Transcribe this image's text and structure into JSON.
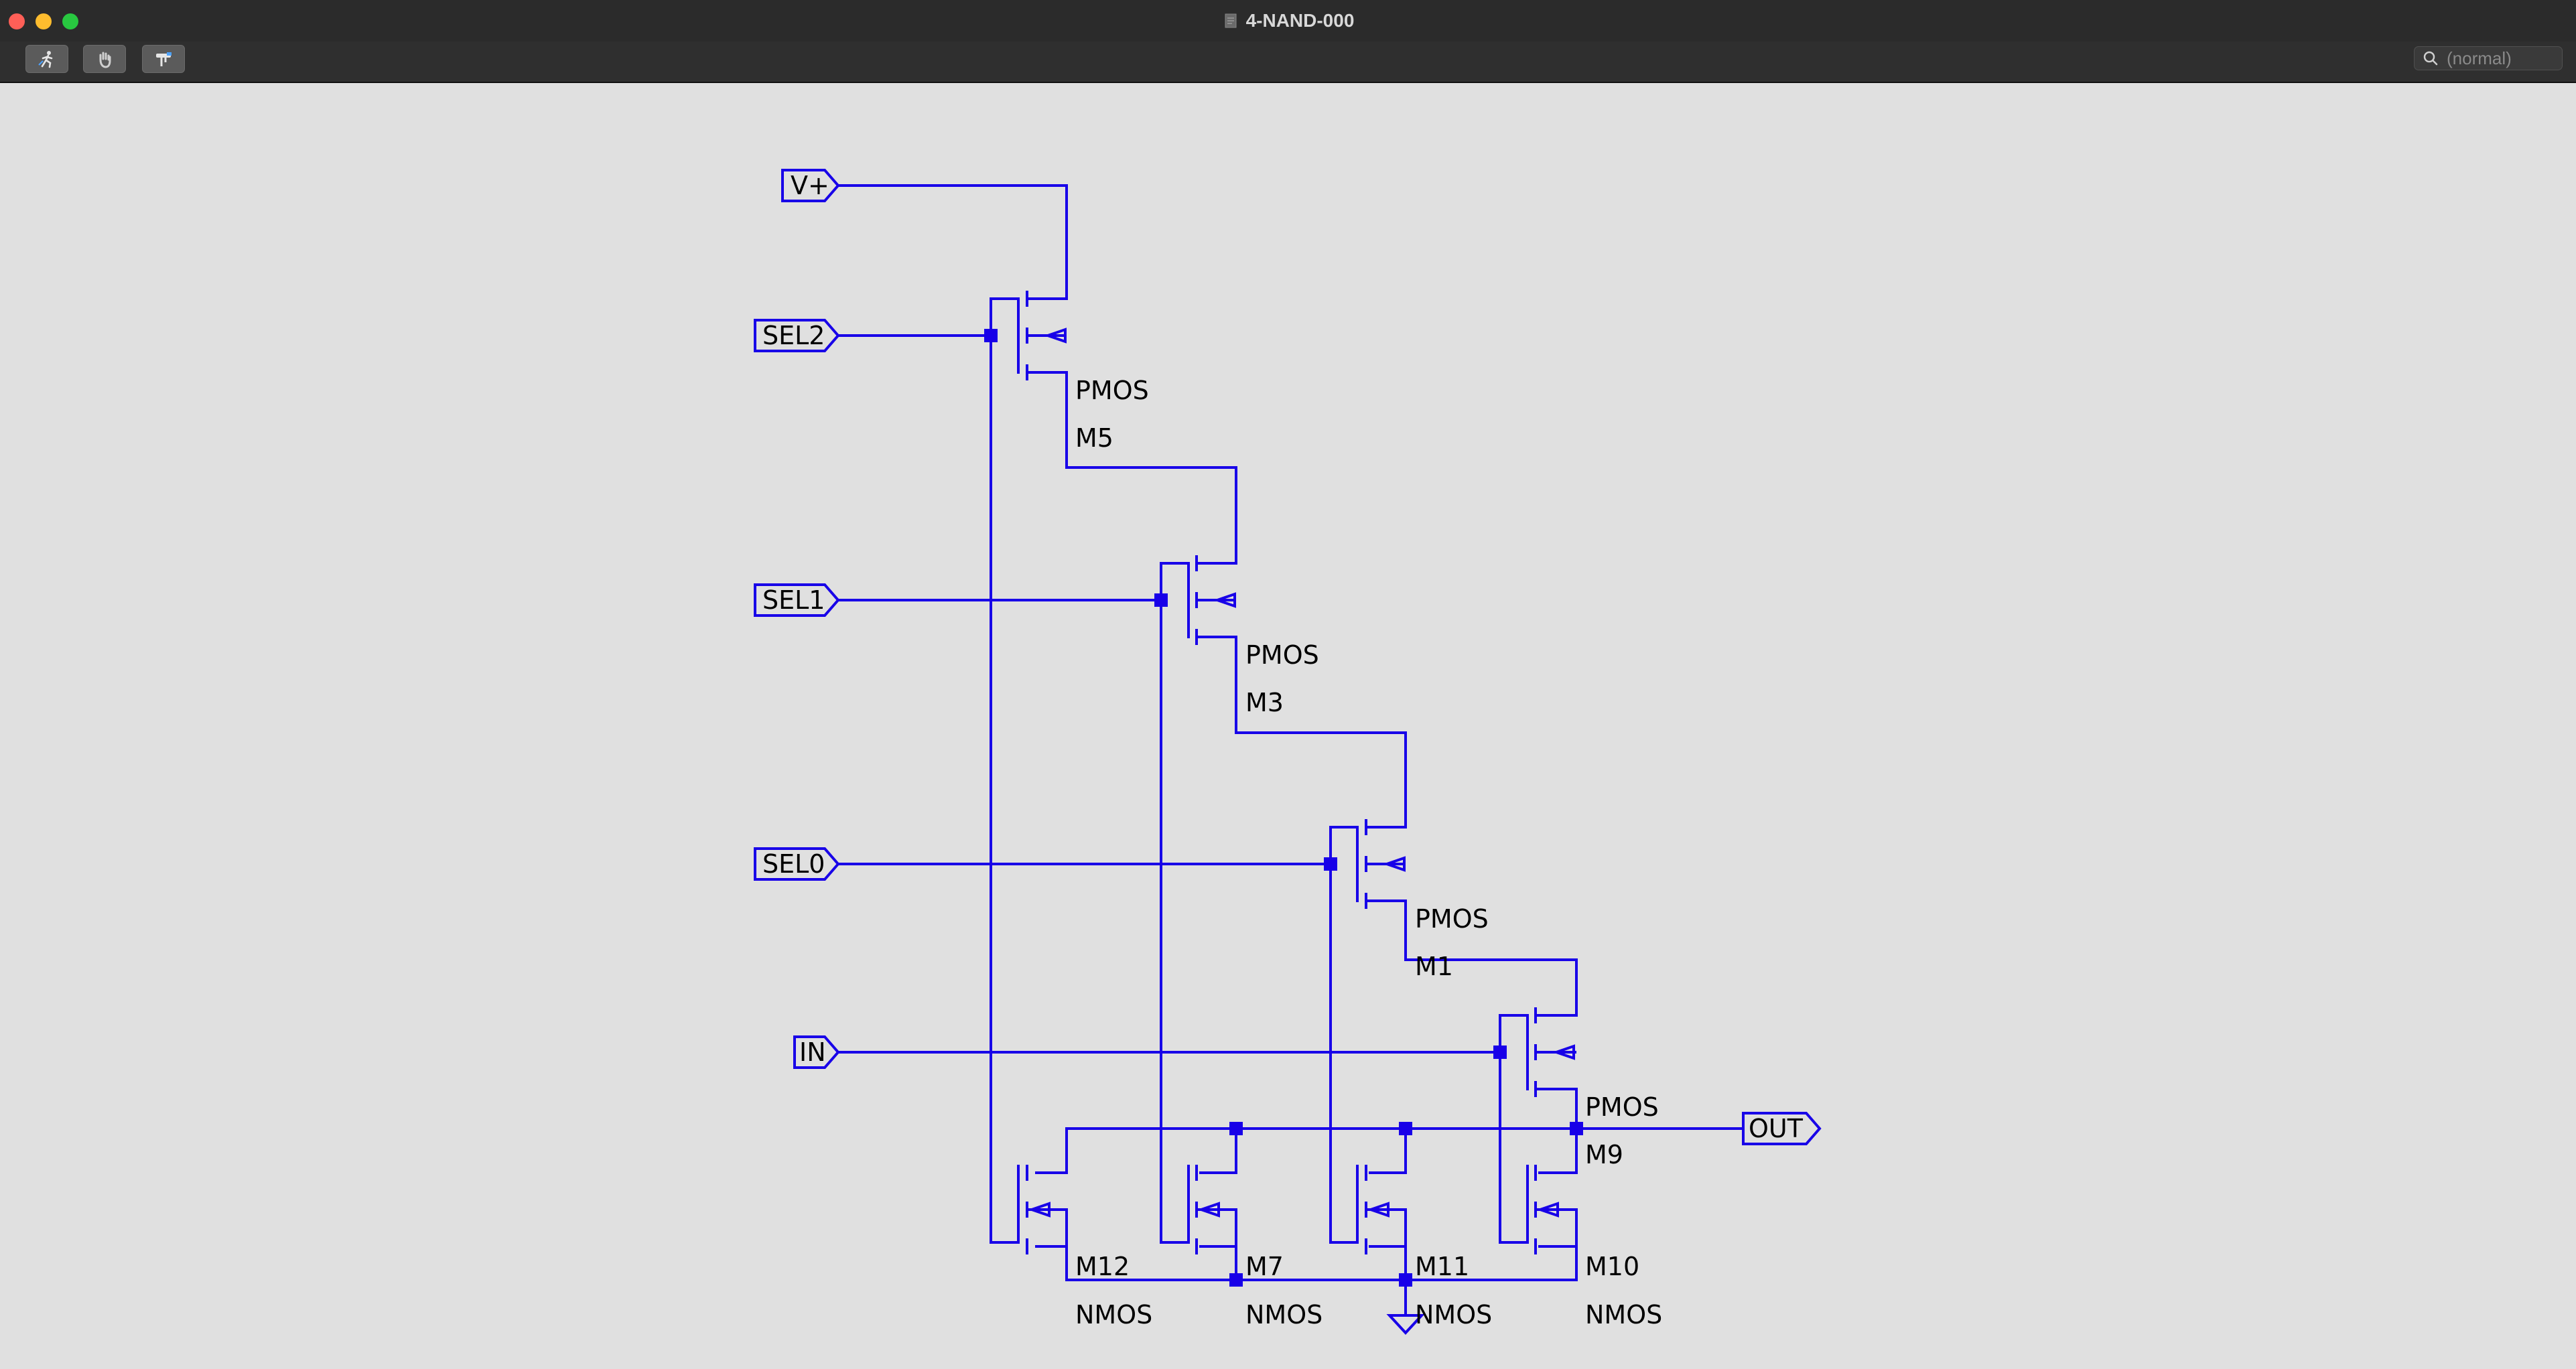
{
  "window": {
    "title": "4-NAND-000",
    "title_icon": "document-icon"
  },
  "toolbar": {
    "tools": [
      {
        "name": "run-tool",
        "icon": "running-figure-icon"
      },
      {
        "name": "pan-tool",
        "icon": "hand-icon"
      },
      {
        "name": "probe-tool",
        "icon": "probe-icon"
      }
    ],
    "search": {
      "placeholder": "(normal)",
      "value": "",
      "icon": "search-icon"
    }
  },
  "schematic": {
    "wire_color": "#1800e8",
    "ports": {
      "vplus": "V+",
      "sel2": "SEL2",
      "sel1": "SEL1",
      "sel0": "SEL0",
      "in": "IN",
      "out": "OUT"
    },
    "transistors": {
      "m5": {
        "type": "PMOS",
        "name": "M5"
      },
      "m3": {
        "type": "PMOS",
        "name": "M3"
      },
      "m1": {
        "type": "PMOS",
        "name": "M1"
      },
      "m9": {
        "type": "PMOS",
        "name": "M9"
      },
      "m12": {
        "type": "NMOS",
        "name": "M12"
      },
      "m7": {
        "type": "NMOS",
        "name": "M7"
      },
      "m11": {
        "type": "NMOS",
        "name": "M11"
      },
      "m10": {
        "type": "NMOS",
        "name": "M10"
      }
    },
    "ground_icon": "ground-symbol-icon"
  }
}
